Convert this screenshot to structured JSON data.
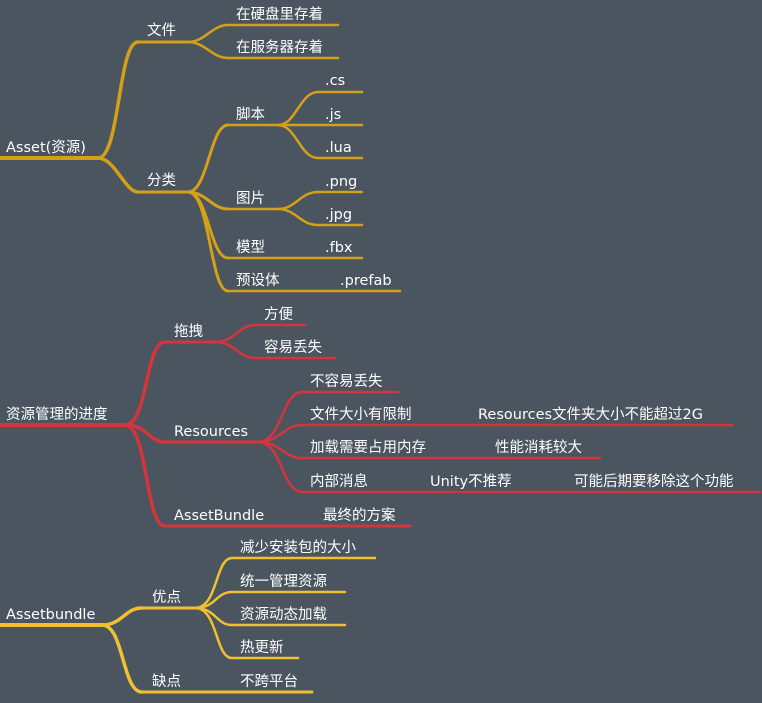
{
  "colors": {
    "background": "#4a5560",
    "asset_branch": "#d4a017",
    "progress_branch": "#d6343c",
    "bundle_branch": "#f0c030",
    "text": "#ffffff"
  },
  "mindmap": {
    "asset": {
      "root": "Asset(资源)",
      "file": {
        "label": "文件",
        "items": [
          "在硬盘里存着",
          "在服务器存着"
        ]
      },
      "category": {
        "label": "分类",
        "script": {
          "label": "脚本",
          "items": [
            ".cs",
            ".js",
            ".lua"
          ]
        },
        "image": {
          "label": "图片",
          "items": [
            ".png",
            ".jpg"
          ]
        },
        "model": {
          "label": "模型",
          "items": [
            ".fbx"
          ]
        },
        "prefab": {
          "label": "预设体",
          "items": [
            ".prefab"
          ]
        }
      }
    },
    "progress": {
      "root": "资源管理的进度",
      "drag": {
        "label": "拖拽",
        "items": [
          "方便",
          "容易丢失"
        ]
      },
      "resources": {
        "label": "Resources",
        "items": [
          {
            "label": "不容易丢失"
          },
          {
            "label": "文件大小有限制",
            "note": "Resources文件夹大小不能超过2G"
          },
          {
            "label": "加载需要占用内存",
            "note": "性能消耗较大"
          },
          {
            "label": "内部消息",
            "note": "Unity不推荐",
            "note2": "可能后期要移除这个功能"
          }
        ]
      },
      "assetbundle": {
        "label": "AssetBundle",
        "note": "最终的方案"
      }
    },
    "bundle": {
      "root": "Assetbundle",
      "pros": {
        "label": "优点",
        "items": [
          "减少安装包的大小",
          "统一管理资源",
          "资源动态加载",
          "热更新"
        ]
      },
      "cons": {
        "label": "缺点",
        "items": [
          "不跨平台"
        ]
      }
    }
  }
}
